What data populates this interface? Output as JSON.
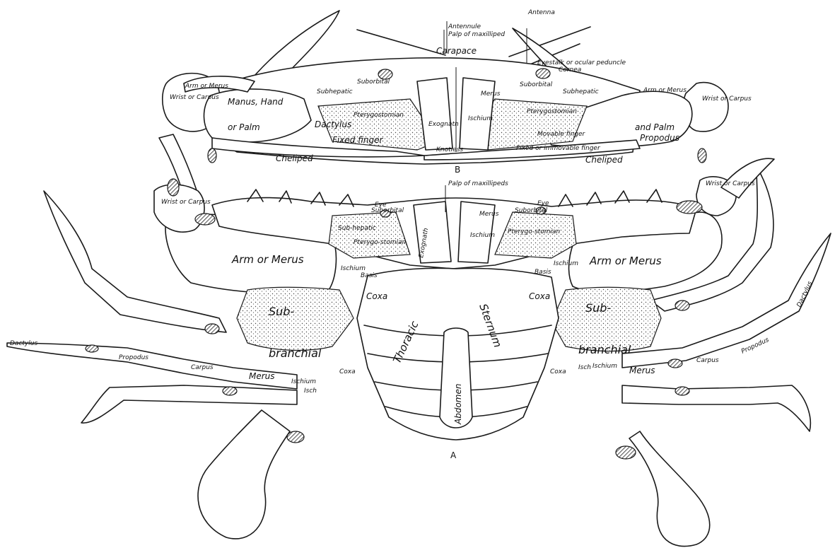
{
  "figure": {
    "view_labels": {
      "top_view": "B",
      "bottom_view": "A"
    },
    "view_b": {
      "antennule": "Antennule",
      "palp_of_maxilliped": "Palp of maxilliped",
      "antenna": "Antenna",
      "carapace": "Carapace",
      "eyestalk": "Eyestalk or ocular peduncle",
      "cornea": "Cornea",
      "wrist_or_carpus_left": "Wrist or Carpus",
      "wrist_or_carpus_right": "Wrist or Carpus",
      "arm_or_merus_left": "Arm or Merus",
      "arm_or_merus_right": "Arm or Merus",
      "subhepatic_left": "Subhepatic",
      "subhepatic_right": "Subhepatic",
      "suborbital_left": "Suborbital",
      "suborbital_right": "Suborbital",
      "manus_hand": "Manus, Hand",
      "or_palm": "or Palm",
      "dactylus": "Dactylus",
      "pterygostomian_left": "Pterygostomian",
      "pterygostomian_right": "Pterygostomian",
      "fixed_finger": "Fixed finger",
      "movable_finger": "Movable finger",
      "fixed_or_immovable_finger": "Fixed or immovable finger",
      "and_palm": "and Palm",
      "propodus": "Propodus",
      "merus": "Merus",
      "ischium": "Ischium",
      "exognath": "Exognath",
      "cheliped_left": "Cheliped",
      "cheliped_right": "Cheliped",
      "knotless": "Knotless"
    },
    "view_a": {
      "palp_of_maxillipeds": "Palp of maxillipeds",
      "eye_left": "Eye",
      "eye_right": "Eye",
      "wrist_or_carpus_left": "Wrist or Carpus",
      "wrist_or_carpus_right": "Wrist or Carpus",
      "arm_or_merus_left": "Arm or Merus",
      "arm_or_merus_right": "Arm or Merus",
      "subhepatic": "Sub-hepatic",
      "suborbital_left": "Suborbital",
      "suborbital_right": "Suborbital",
      "pterygostomian_left": "Pterygo-stomian",
      "pterygostomian_right": "Pterygo-stomian",
      "ischium_left": "Ischium",
      "ischium_right": "Ischium",
      "basis_left": "Basis",
      "basis_right": "Basis",
      "coxa_left": "Coxa",
      "coxa_right": "Coxa",
      "coxa_lower_left": "Coxa",
      "coxa_lower_right": "Coxa",
      "sub_left": "Sub-",
      "sub_right": "Sub-",
      "branchial_left": "branchial",
      "branchial_right": "branchial",
      "thoracic": "Thoracic",
      "sternum": "Sternum",
      "abdomen": "Abdomen",
      "dactylus_left": "Dactylus",
      "dactylus_right": "Dactylus",
      "propodus_left": "Propodus",
      "propodus_right": "Propodus",
      "carpus_left": "Carpus",
      "carpus_right": "Carpus",
      "merus_left": "Merus",
      "merus_right": "Merus",
      "ischium_leg_left": "Ischium",
      "ischium_leg_right": "Ischium",
      "ischium_small_left": "Isch",
      "ischium_small_right": "Isch",
      "exognath": "Exognath",
      "merus_center": "Merus",
      "ischium_center": "Ischium"
    }
  }
}
